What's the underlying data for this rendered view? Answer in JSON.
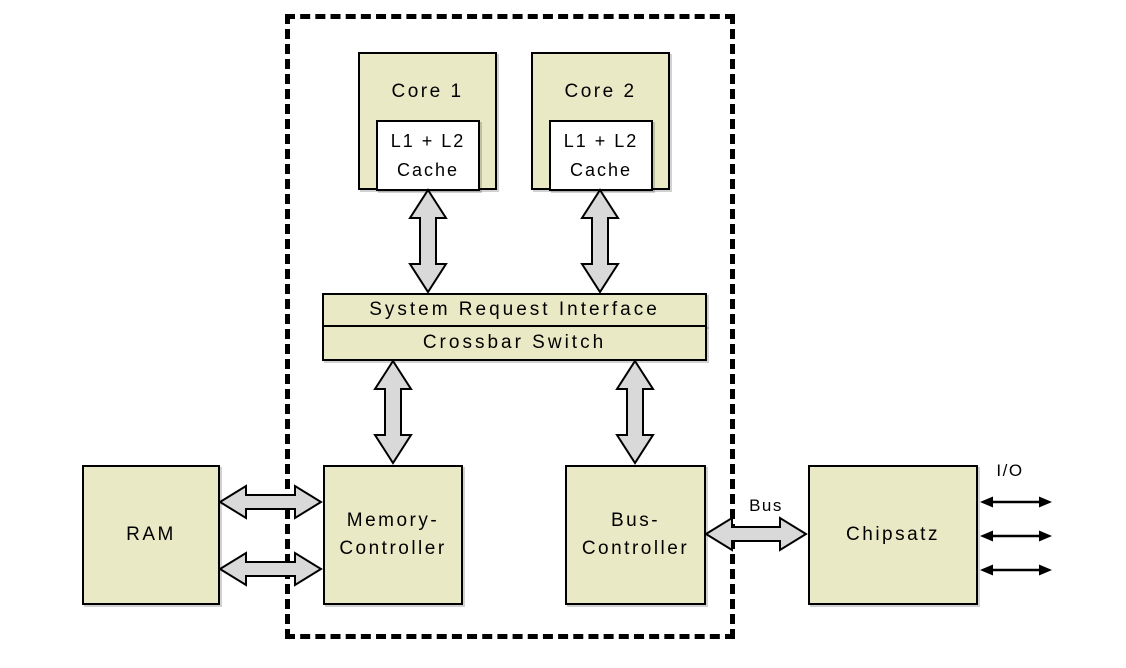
{
  "colors": {
    "block-fill": "#e9e9c6",
    "cache-fill": "#ffffff",
    "arrow-fill": "#d9d9d9",
    "line": "#000000",
    "background": "#ffffff"
  },
  "blocks": {
    "core1": "Core 1",
    "core2": "Core 2",
    "cache1": "L1 + L2\nCache",
    "cache2": "L1 + L2\nCache",
    "sri": "System Request Interface",
    "crossbar": "Crossbar Switch",
    "ram": "RAM",
    "memory_controller": "Memory-\nController",
    "bus_controller": "Bus-\nController",
    "chipsatz": "Chipsatz"
  },
  "labels": {
    "bus": "Bus",
    "io": "I/O"
  }
}
